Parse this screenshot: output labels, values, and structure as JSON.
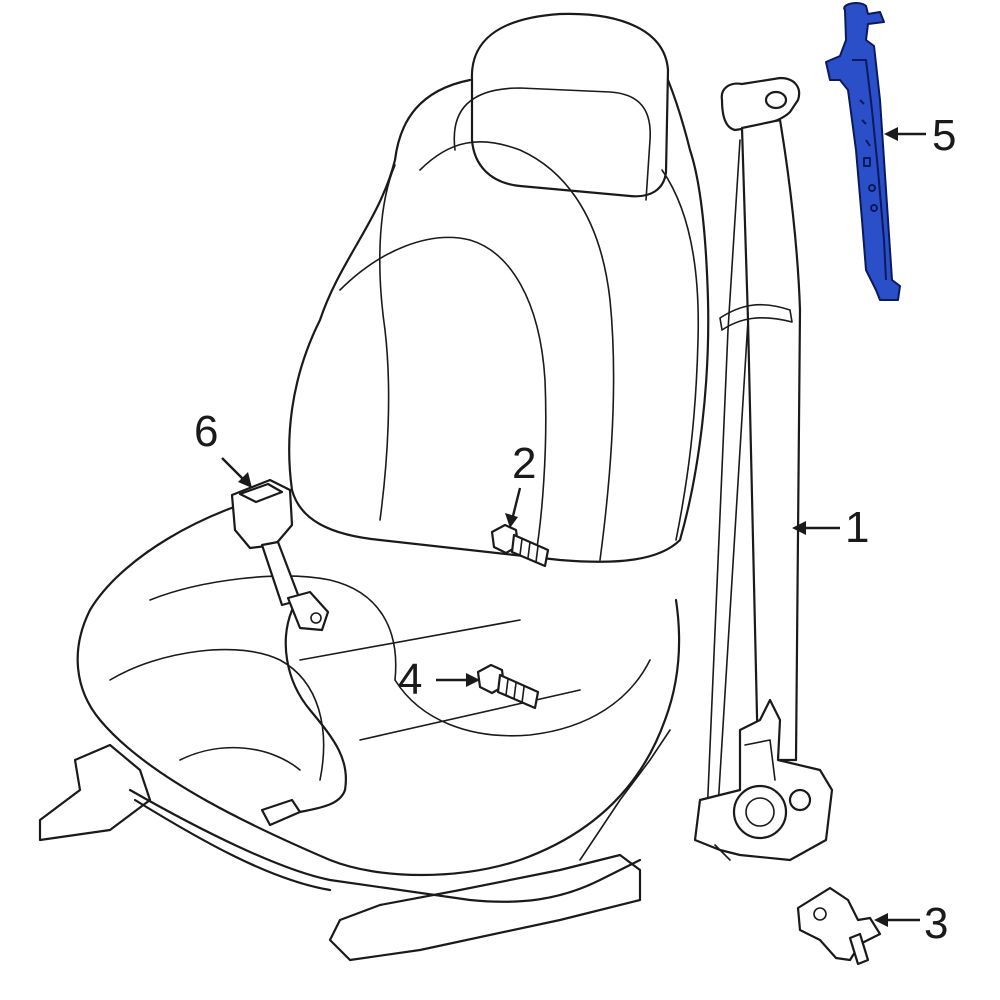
{
  "colors": {
    "line": "#1a1a1a",
    "highlight": "#2a4fc9",
    "highlight_outline": "#0a1a5a",
    "background": "#ffffff"
  },
  "callouts": [
    {
      "id": "1",
      "label": "1",
      "part": "seat-belt-assembly"
    },
    {
      "id": "2",
      "label": "2",
      "part": "seat-back-bolt"
    },
    {
      "id": "3",
      "label": "3",
      "part": "anchor-bracket"
    },
    {
      "id": "4",
      "label": "4",
      "part": "seat-cushion-bolt"
    },
    {
      "id": "5",
      "label": "5",
      "part": "height-adjuster-rail",
      "highlighted": true
    },
    {
      "id": "6",
      "label": "6",
      "part": "buckle-assembly"
    }
  ]
}
